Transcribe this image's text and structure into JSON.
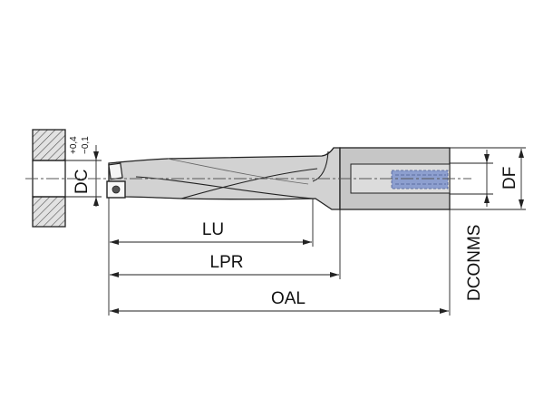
{
  "labels": {
    "dc": "DC",
    "dc_tol_upper": "+0,4",
    "dc_tol_lower": "−0,1",
    "lu": "LU",
    "lpr": "LPR",
    "oal": "OAL",
    "df": "DF",
    "dconms": "DCONMS"
  },
  "colors": {
    "line": "#222222",
    "tool_fill": "#d4d4d4",
    "shank_fill": "#c4c4c4",
    "hatch": "#555555",
    "coolant_fill": "#8d9fcf",
    "centerline": "#555555"
  }
}
